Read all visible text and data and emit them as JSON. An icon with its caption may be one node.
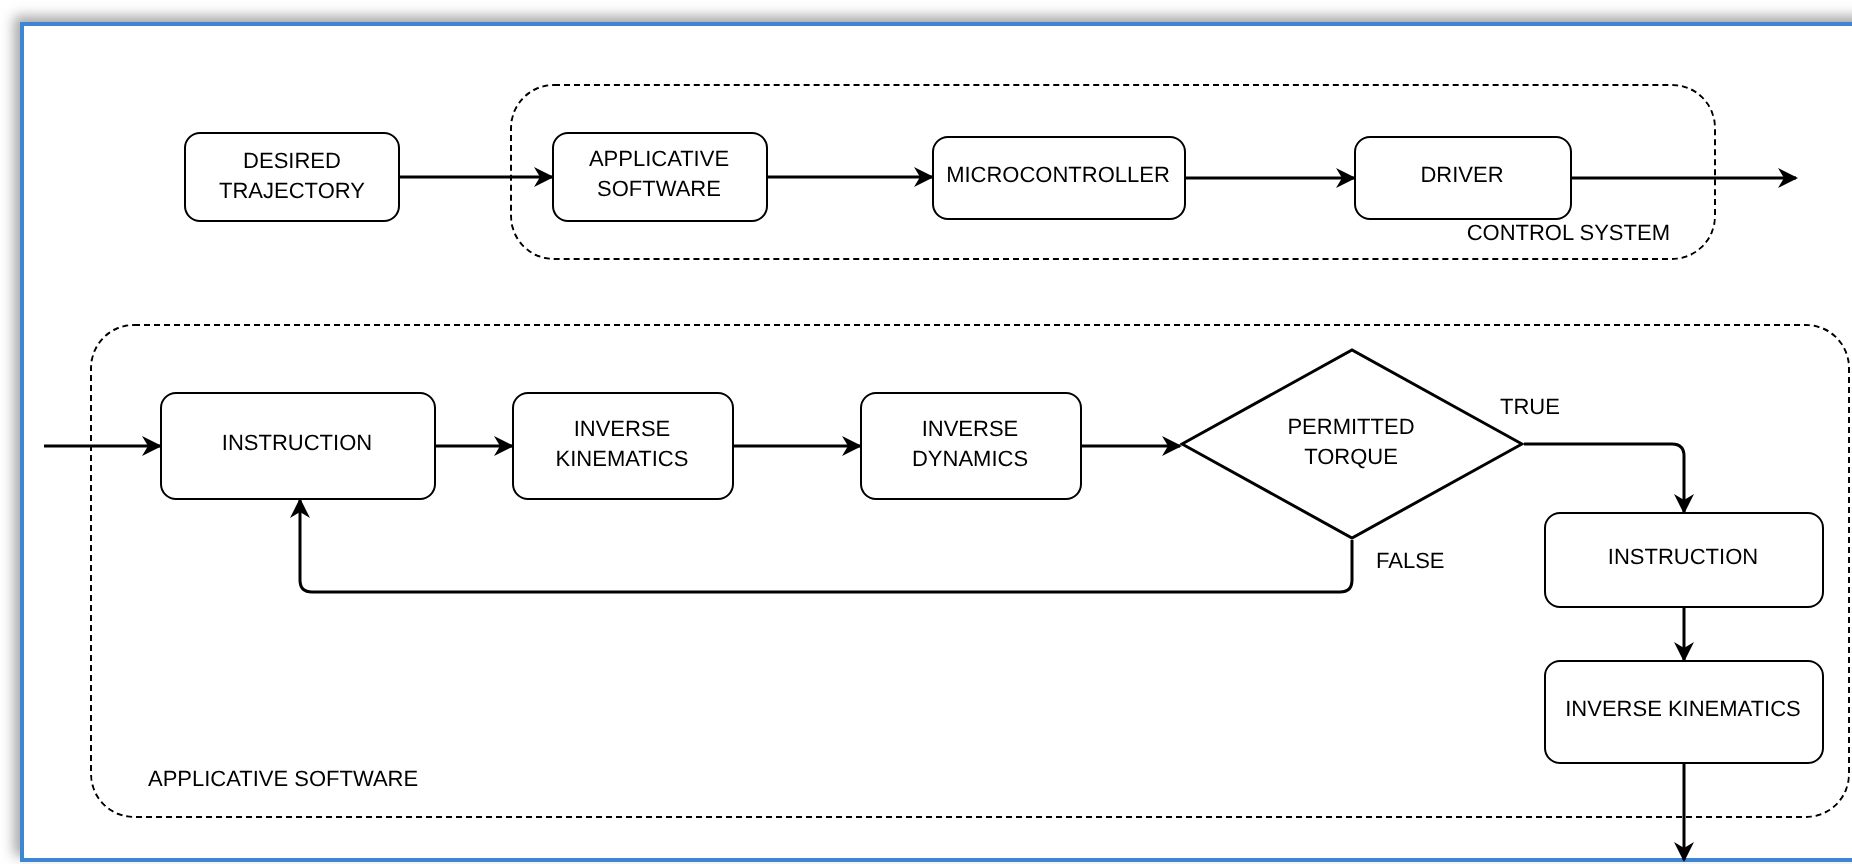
{
  "diagram": {
    "nodes": [
      {
        "text": [
          "DESIRED TRAJECTORY"
        ]
      },
      {
        "text": [
          "CONTROL SYSTEM"
        ]
      },
      {
        "text": [
          "APPLICATIVE SOFTWARE"
        ],
        "in": 1
      },
      {
        "text": [
          "MICROCONTROLLER"
        ],
        "in": 1
      },
      {
        "text": [
          "DRIVER"
        ],
        "in": 1
      },
      {
        "text": [
          "APPLICATIVE SOFTWARE"
        ]
      },
      {
        "text": [
          "INSTRUCTION"
        ],
        "in": 5
      },
      {
        "text": [
          "INVERSE KINEMATICS"
        ],
        "in": 5
      },
      {
        "text": [
          "INVERSE DYNAMICS"
        ],
        "in": 5
      },
      {
        "text": [
          "PERMITTED TORQUE"
        ],
        "in": 5
      },
      {
        "text": [
          "INSTRUCTION"
        ],
        "in": 5
      },
      {
        "text": [
          "INVERSE KINEMATICS"
        ],
        "in": 5
      }
    ],
    "edges": [
      {
        "from": 0,
        "to": 2,
        "arrow": "to"
      },
      {
        "from": 2,
        "to": 3,
        "arrow": "to"
      },
      {
        "from": 3,
        "to": 4,
        "arrow": "to"
      },
      {
        "from": 4,
        "to": null,
        "arrow": "to"
      },
      {
        "from": null,
        "to": 6,
        "arrow": "to"
      },
      {
        "from": 6,
        "to": 7,
        "arrow": "to"
      },
      {
        "from": 7,
        "to": 8,
        "arrow": "to"
      },
      {
        "from": 8,
        "to": 9,
        "arrow": "to"
      },
      {
        "from": 9,
        "to": 10,
        "arrow": "to",
        "label": "TRUE"
      },
      {
        "from": 9,
        "to": 6,
        "arrow": "to",
        "label": "FALSE"
      },
      {
        "from": 10,
        "to": 11,
        "arrow": "to"
      },
      {
        "from": 11,
        "to": null,
        "arrow": "to"
      }
    ]
  }
}
